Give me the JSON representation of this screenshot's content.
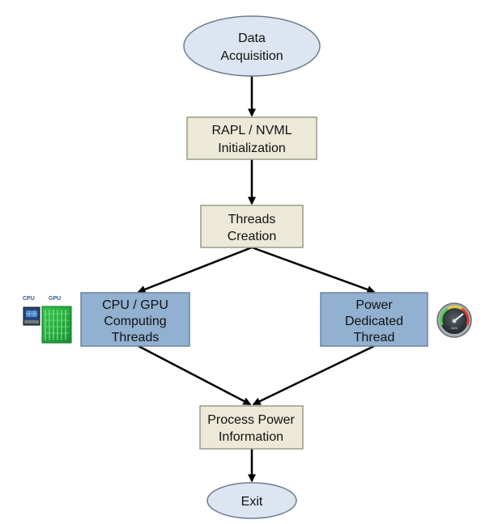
{
  "colors": {
    "ellipse_fill": "#dde5f0",
    "ellipse_stroke": "#6b7d92",
    "process_fill": "#ece9d9",
    "process_stroke": "#9a9a8c",
    "blue_fill": "#92b0d0",
    "blue_stroke": "#6b84a0",
    "arrow": "#000000"
  },
  "nodes": {
    "data_acquisition": {
      "line1": "Data",
      "line2": "Acquisition"
    },
    "rapl_init": {
      "line1": "RAPL / NVML",
      "line2": "Initialization"
    },
    "threads_creation": {
      "line1": "Threads",
      "line2": "Creation"
    },
    "compute_threads": {
      "line1": "CPU / GPU",
      "line2": "Computing",
      "line3": "Threads"
    },
    "power_thread": {
      "line1": "Power",
      "line2": "Dedicated",
      "line3": "Thread"
    },
    "process_power": {
      "line1": "Process Power",
      "line2": "Information"
    },
    "exit": {
      "label": "Exit"
    }
  },
  "icons": {
    "cpu_label": "CPU",
    "gpu_label": "GPU",
    "cpu_chip_icon": "cpu-chip-icon",
    "gpu_card_icon": "gpu-card-icon",
    "speedometer_icon": "speedometer-icon",
    "speedometer_text": "kWh"
  }
}
